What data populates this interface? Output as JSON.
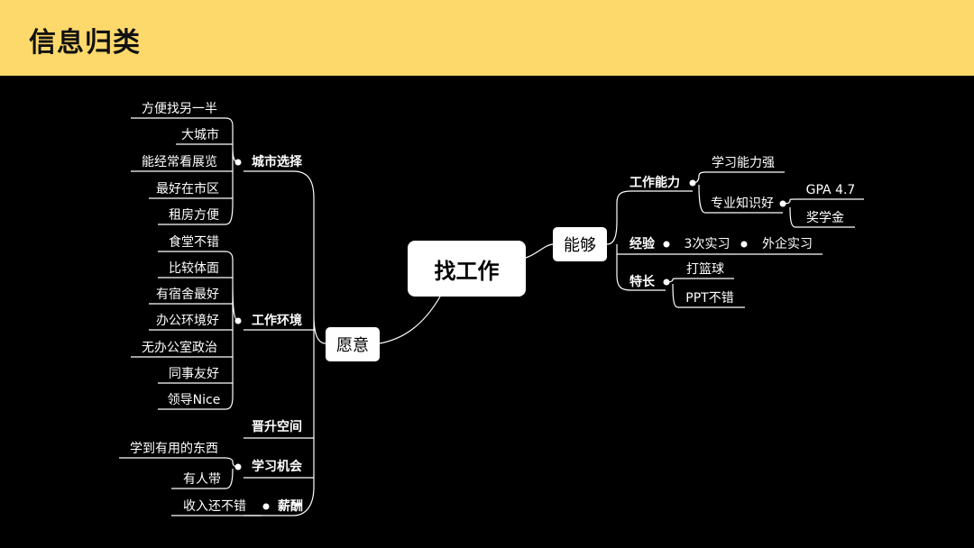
{
  "header": {
    "title": "信息归类"
  },
  "mindmap": {
    "root": "找工作",
    "left": {
      "label": "愿意",
      "groups": [
        {
          "label": "城市选择",
          "items": [
            "方便找另一半",
            "大城市",
            "能经常看展览",
            "最好在市区",
            "租房方便"
          ]
        },
        {
          "label": "工作环境",
          "items": [
            "食堂不错",
            "比较体面",
            "有宿舍最好",
            "办公环境好",
            "无办公室政治",
            "同事友好",
            "领导Nice"
          ]
        },
        {
          "label": "晋升空间",
          "items": []
        },
        {
          "label": "学习机会",
          "items": [
            "学到有用的东西",
            "有人带"
          ]
        },
        {
          "label": "薪酬",
          "items": [
            "收入还不错"
          ]
        }
      ]
    },
    "right": {
      "label": "能够",
      "groups": [
        {
          "label": "工作能力",
          "items": [
            {
              "label": "学习能力强"
            },
            {
              "label": "专业知识好",
              "items": [
                "GPA 4.7",
                "奖学金"
              ]
            }
          ]
        },
        {
          "label": "经验",
          "items": [
            {
              "label": "3次实习",
              "items": [
                "外企实习"
              ]
            }
          ]
        },
        {
          "label": "特长",
          "items": [
            {
              "label": "打篮球"
            },
            {
              "label": "PPT不错"
            }
          ]
        }
      ]
    }
  }
}
